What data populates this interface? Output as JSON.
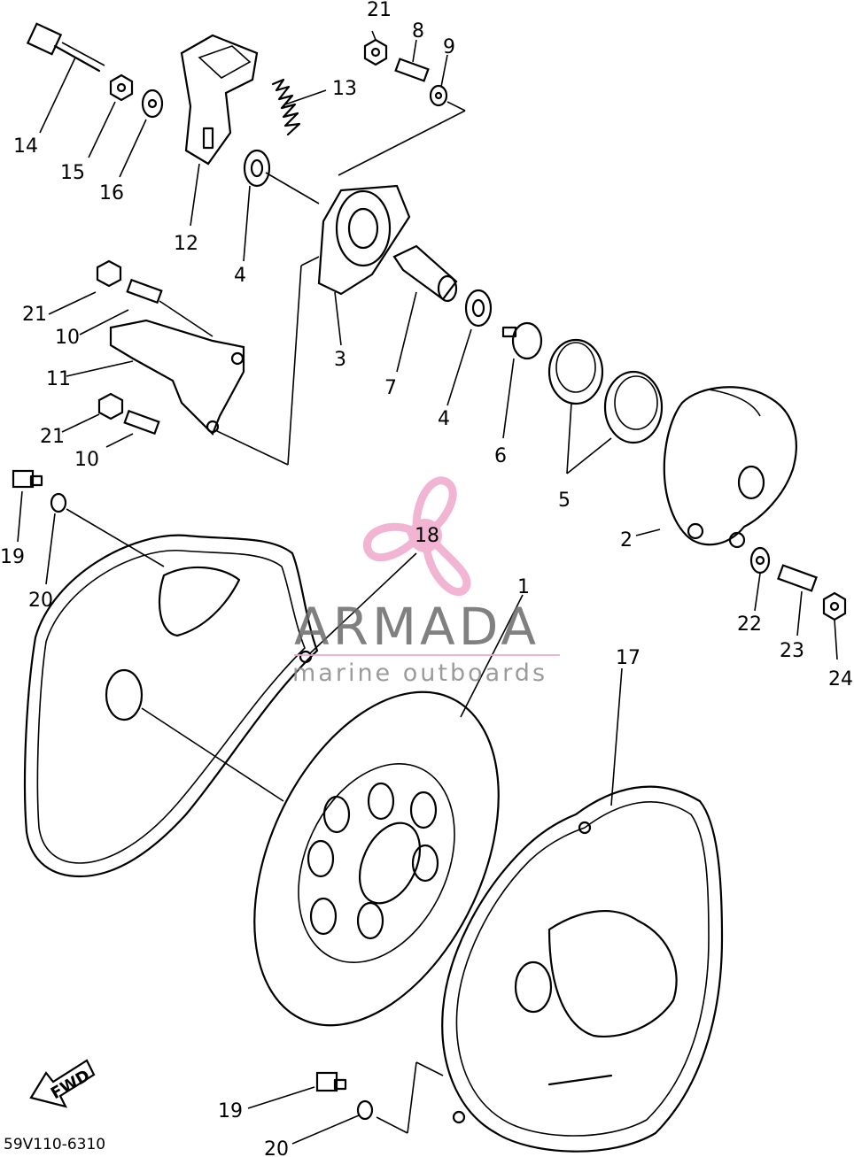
{
  "callouts": [
    "1",
    "2",
    "3",
    "4",
    "4",
    "5",
    "6",
    "7",
    "8",
    "9",
    "10",
    "10",
    "11",
    "12",
    "13",
    "14",
    "15",
    "16",
    "17",
    "18",
    "19",
    "19",
    "20",
    "20",
    "21",
    "21",
    "21",
    "22",
    "23",
    "24"
  ],
  "diagram_code": "59V110-6310",
  "direction_label": "FWD",
  "watermark": {
    "title": "ARMADA",
    "subtitle": "marine outboards",
    "colors": {
      "logo": "#f0a8cc",
      "text": "#6a6a6a"
    }
  }
}
